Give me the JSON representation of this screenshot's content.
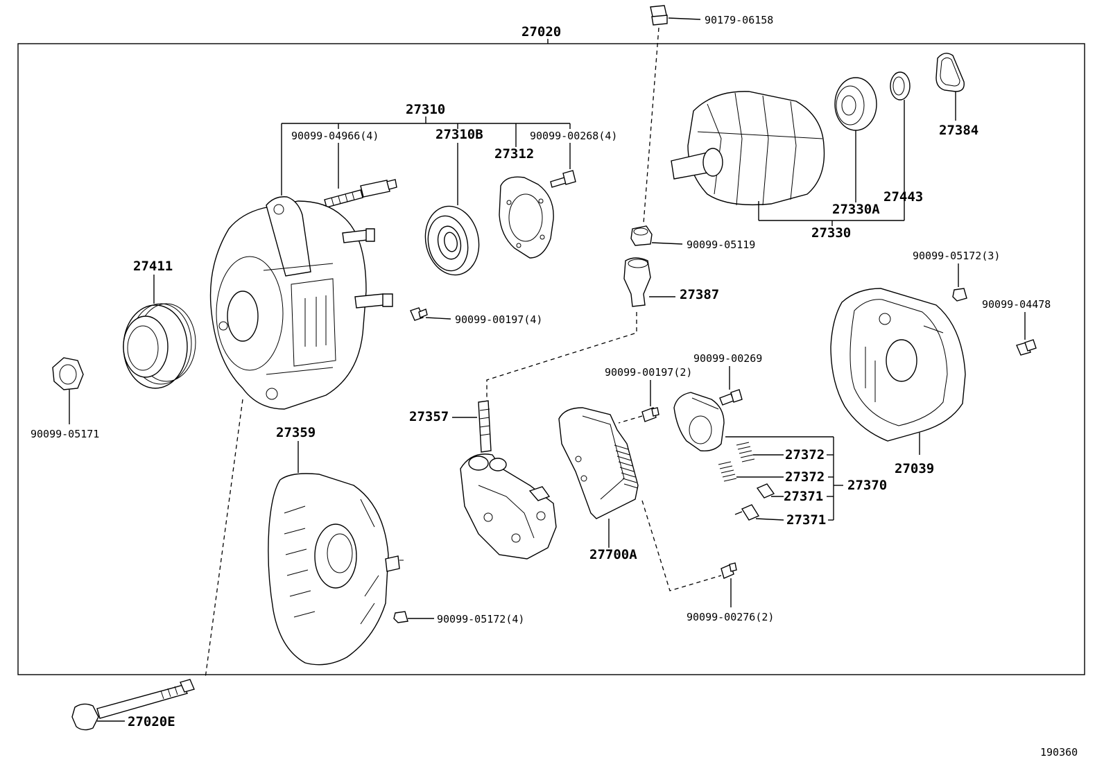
{
  "assembly_number": "27020",
  "diagram_id": "190360",
  "labels": {
    "p27310": "27310",
    "p27310b": "27310B",
    "p27312": "27312",
    "p90099_04966": "90099-04966(4)",
    "p90099_00268": "90099-00268(4)",
    "p27411": "27411",
    "p90099_05171": "90099-05171",
    "p90099_00197_4": "90099-00197(4)",
    "p90179_06158": "90179-06158",
    "p90099_05119": "90099-05119",
    "p27387": "27387",
    "p27384": "27384",
    "p27443": "27443",
    "p27330a": "27330A",
    "p27330": "27330",
    "p90099_05172_3": "90099-05172(3)",
    "p90099_04478": "90099-04478",
    "p90099_00269": "90099-00269",
    "p90099_00197_2": "90099-00197(2)",
    "p27357": "27357",
    "p27359": "27359",
    "p27372a": "27372",
    "p27372b": "27372",
    "p27371a": "27371",
    "p27371b": "27371",
    "p27370": "27370",
    "p27039": "27039",
    "p27700a": "27700A",
    "p90099_05172_4": "90099-05172(4)",
    "p90099_00276": "90099-00276(2)",
    "p27020e": "27020E"
  }
}
